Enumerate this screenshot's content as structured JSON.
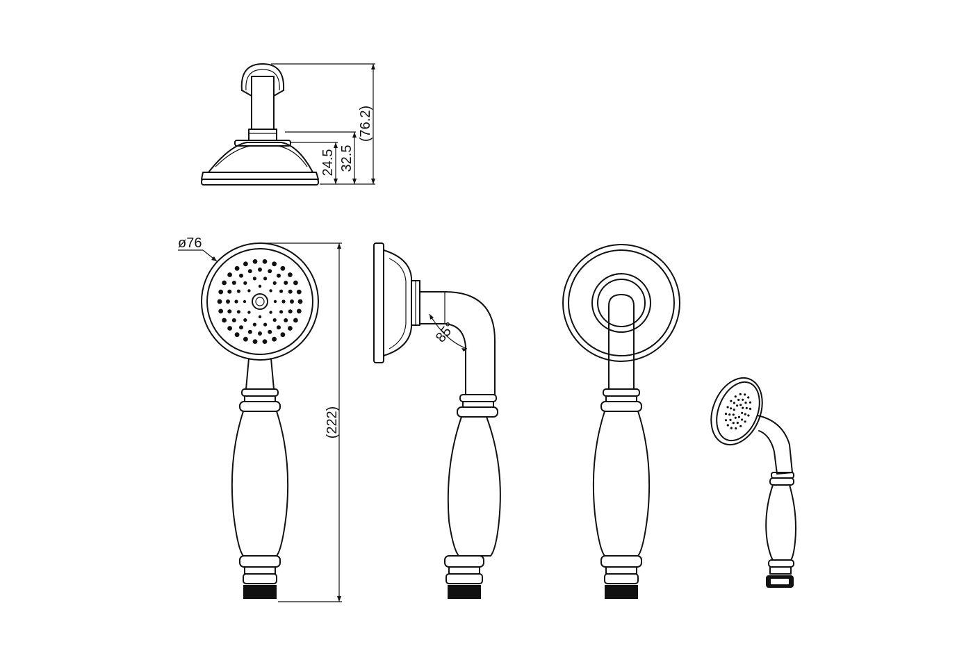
{
  "dimensions": {
    "total_height_top": "(76.2)",
    "body_height": "32.5",
    "face_height": "24.5",
    "diameter": "ø76",
    "overall_length": "(222)",
    "angle": "85°"
  },
  "colors": {
    "line": "#111111",
    "background": "#ffffff"
  }
}
